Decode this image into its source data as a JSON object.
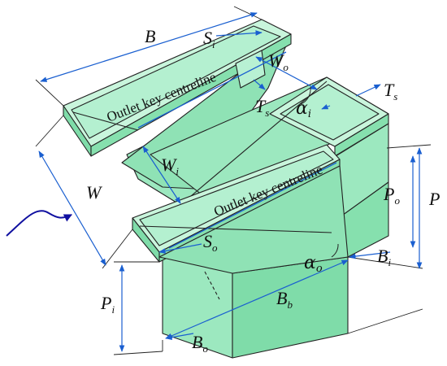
{
  "colors": {
    "fill_light": "#c9f5dc",
    "fill_mid": "#9ce8bf",
    "fill_dark": "#7fdca9",
    "edge": "#222222",
    "dimension_arrow": "#1a5fd0",
    "inflow_arrow": "#1010a0"
  },
  "centreline_labels": {
    "upper": "Outlet key centreline",
    "lower": "Outlet key centreline"
  },
  "dimensions": {
    "B": {
      "main": "B",
      "sub": ""
    },
    "Si": {
      "main": "S",
      "sub": "i"
    },
    "Wo": {
      "main": "W",
      "sub": "o"
    },
    "Ts_right": {
      "main": "T",
      "sub": "s"
    },
    "Ts_left": {
      "main": "T",
      "sub": "s"
    },
    "alpha_i": {
      "main": "α",
      "sub": "i"
    },
    "Wi": {
      "main": "W",
      "sub": "i"
    },
    "W": {
      "main": "W",
      "sub": ""
    },
    "Po": {
      "main": "P",
      "sub": "o"
    },
    "P": {
      "main": "P",
      "sub": ""
    },
    "So": {
      "main": "S",
      "sub": "o"
    },
    "alpha_o": {
      "main": "α",
      "sub": "o"
    },
    "Bi": {
      "main": "B",
      "sub": "i"
    },
    "Pi": {
      "main": "P",
      "sub": "i"
    },
    "Bb": {
      "main": "B",
      "sub": "b"
    },
    "Bo": {
      "main": "B",
      "sub": "o"
    }
  },
  "icons": {
    "flow": "flow-direction-arrow-icon"
  }
}
